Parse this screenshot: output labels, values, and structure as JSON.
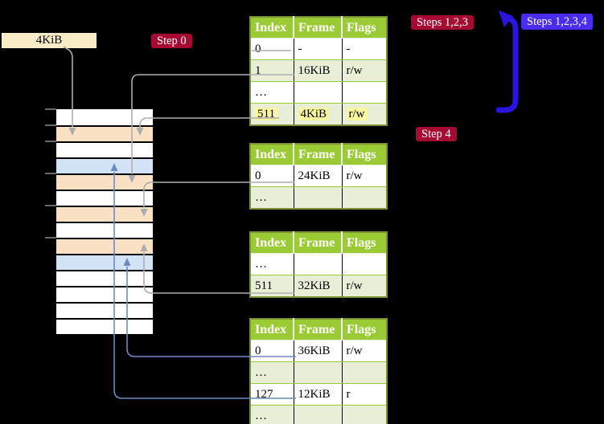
{
  "colors": {
    "background": "#000000",
    "cr3_box_fill": "#f9ecc6",
    "step_badge_red": "#a60a33",
    "step_badge_blue": "#4a2cf0",
    "table_header_green": "#9bcb34",
    "table_row_green": "#e9efd7",
    "highlight_yellow": "#fbf7a0",
    "memory_page_table_peach": "#fbe1c4",
    "memory_mapped_page_blue": "#d4e3f5",
    "connector_gray": "#adadad",
    "connector_steel_blue": "#6a8ac2",
    "loop_arrow_blue": "#2a14e0"
  },
  "labels": {
    "cr3_box": "4KiB",
    "step0": "Step 0",
    "steps123": "Steps 1,2,3",
    "steps1234": "Steps 1,2,3,4",
    "step4": "Step 4"
  },
  "tables": [
    {
      "name": "page-table-level-4",
      "headers": [
        "Index",
        "Frame",
        "Flags"
      ],
      "rows": [
        {
          "index": "0",
          "frame": "-",
          "flags": "-"
        },
        {
          "index": "1",
          "frame": "16KiB",
          "flags": "r/w"
        },
        {
          "index": "…",
          "frame": "",
          "flags": ""
        },
        {
          "index": "511",
          "frame": "4KiB",
          "flags": "r/w"
        }
      ]
    },
    {
      "name": "page-table-level-3",
      "headers": [
        "Index",
        "Frame",
        "Flags"
      ],
      "rows": [
        {
          "index": "0",
          "frame": "24KiB",
          "flags": "r/w"
        },
        {
          "index": "…",
          "frame": "",
          "flags": ""
        }
      ]
    },
    {
      "name": "page-table-level-2",
      "headers": [
        "Index",
        "Frame",
        "Flags"
      ],
      "rows": [
        {
          "index": "…",
          "frame": "",
          "flags": ""
        },
        {
          "index": "511",
          "frame": "32KiB",
          "flags": "r/w"
        }
      ]
    },
    {
      "name": "page-table-level-1",
      "headers": [
        "Index",
        "Frame",
        "Flags"
      ],
      "rows": [
        {
          "index": "0",
          "frame": "36KiB",
          "flags": "r/w"
        },
        {
          "index": "…",
          "frame": "",
          "flags": ""
        },
        {
          "index": "127",
          "frame": "12KiB",
          "flags": "r"
        },
        {
          "index": "…",
          "frame": "",
          "flags": ""
        }
      ]
    }
  ],
  "memory": {
    "rows": [
      {
        "kind": "plain"
      },
      {
        "kind": "table"
      },
      {
        "kind": "plain"
      },
      {
        "kind": "page"
      },
      {
        "kind": "table"
      },
      {
        "kind": "plain"
      },
      {
        "kind": "table"
      },
      {
        "kind": "plain"
      },
      {
        "kind": "table"
      },
      {
        "kind": "page"
      },
      {
        "kind": "plain"
      },
      {
        "kind": "plain"
      },
      {
        "kind": "plain"
      },
      {
        "kind": "plain"
      }
    ]
  }
}
